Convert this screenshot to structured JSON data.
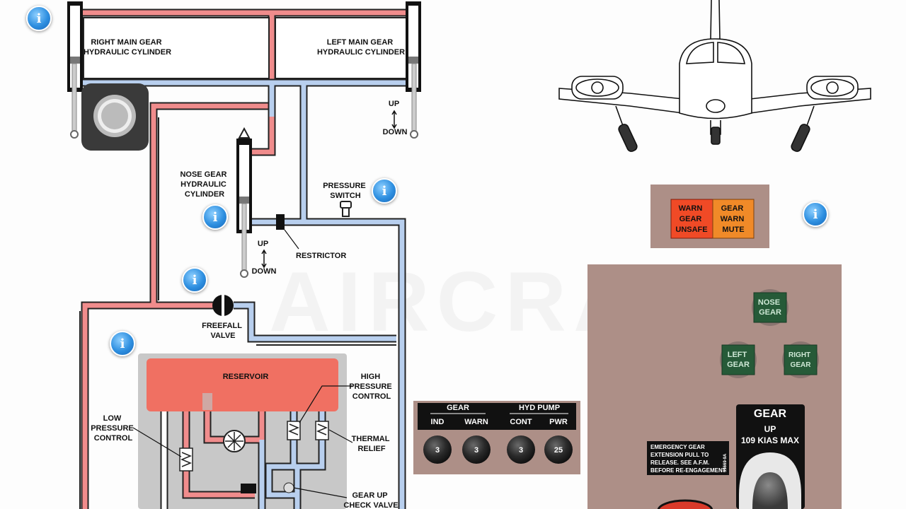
{
  "diagram": {
    "labels": {
      "right_main_gear": [
        "RIGHT MAIN GEAR",
        "HYDRAULIC CYLINDER"
      ],
      "left_main_gear": [
        "LEFT MAIN GEAR",
        "HYDRAULIC CYLINDER"
      ],
      "nose_gear": [
        "NOSE GEAR",
        "HYDRAULIC",
        "CYLINDER"
      ],
      "pressure_switch": [
        "PRESSURE",
        "SWITCH"
      ],
      "restrictor": "RESTRICTOR",
      "freefall_valve": [
        "FREEFALL",
        "VALVE"
      ],
      "reservoir": "RESERVOIR",
      "high_pressure_control": [
        "HIGH",
        "PRESSURE",
        "CONTROL"
      ],
      "low_pressure_control": [
        "LOW",
        "PRESSURE",
        "CONTROL"
      ],
      "thermal_relief": [
        "THERMAL",
        "RELIEF"
      ],
      "gear_up_check_valve": [
        "GEAR UP",
        "CHECK VALVE"
      ],
      "up": "UP",
      "down": "DOWN",
      "watermark": "AIRCRAFT"
    },
    "info_buttons": [
      {
        "id": "info-top-left"
      },
      {
        "id": "info-nose-gear"
      },
      {
        "id": "info-pressure-switch"
      },
      {
        "id": "info-freefall"
      },
      {
        "id": "info-low-pressure"
      },
      {
        "id": "info-annunciator"
      }
    ]
  },
  "annunciator": {
    "warn_gear_unsafe": [
      "WARN",
      "GEAR",
      "UNSAFE"
    ],
    "gear_warn_mute": [
      "GEAR",
      "WARN",
      "MUTE"
    ]
  },
  "gear_lights": {
    "nose": [
      "NOSE",
      "GEAR"
    ],
    "left": [
      "LEFT",
      "GEAR"
    ],
    "right": [
      "RIGHT",
      "GEAR"
    ]
  },
  "breaker_panel": {
    "groups": [
      "GEAR",
      "HYD PUMP"
    ],
    "labels": [
      "IND",
      "WARN",
      "CONT",
      "PWR"
    ],
    "ratings": [
      "3",
      "3",
      "3",
      "25"
    ]
  },
  "placard": [
    "EMERGENCY GEAR",
    "EXTENSION PULL TO",
    "RELEASE. SEE A.F.M.",
    "BEFORE RE-ENGAGEMENT"
  ],
  "placard_part_no": "35669-9A",
  "gear_handle": {
    "title": "GEAR",
    "up_label": "UP",
    "speed_label": "109 KIAS MAX"
  },
  "colors": {
    "pressure_line": "#f08c8c",
    "return_line": "#b8cfee",
    "reservoir": "#f07062",
    "panel": "#ad8f87",
    "light_green": "#265a38",
    "annunciator_red": "#f04a26",
    "annunciator_orange": "#f08a28"
  }
}
